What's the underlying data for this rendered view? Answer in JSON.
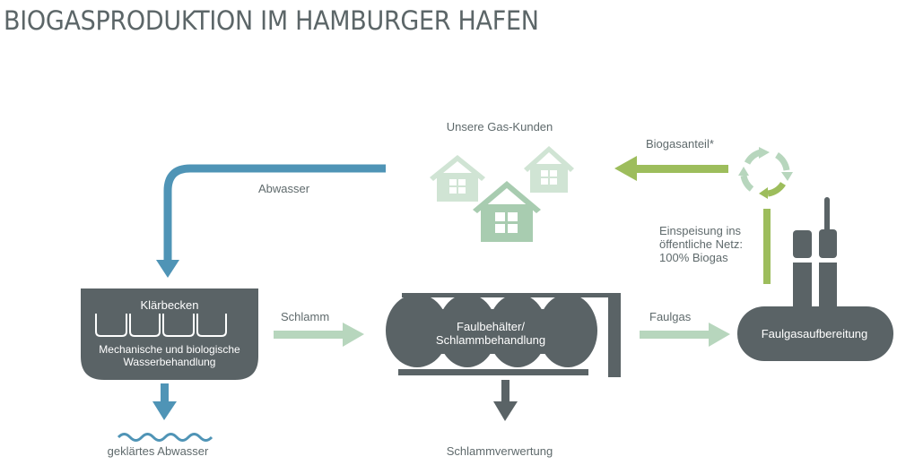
{
  "title": "BIOGASPRODUKTION IM HAMBURGER HAFEN",
  "labels": {
    "customers": "Unsere Gas-Kunden",
    "wastewater": "Abwasser",
    "biogas_share": "Biogasanteil*",
    "feed_in": [
      "Einspeisung ins",
      "öffentliche Netz:",
      "100% Biogas"
    ],
    "sludge": "Schlamm",
    "digester_gas": "Faulgas",
    "treated_wastewater": "geklärtes Abwasser",
    "sludge_utilization": "Schlammverwertung"
  },
  "nodes": {
    "clarifier": {
      "title": "Klärbecken",
      "desc": [
        "Mechanische und biologische",
        "Wasserbehandlung"
      ]
    },
    "digester": {
      "lines": [
        "Faulbehälter/",
        "Schlammbehandlung"
      ]
    },
    "gas_treatment": {
      "title": "Faulgasaufbereitung"
    }
  },
  "colors": {
    "dark": "#5a6366",
    "blue": "#4f94b6",
    "green": "#9dbd5c",
    "light_green": "#b7d6bd",
    "house_light": "#d0e4d4",
    "house_dark": "#a8ccb0",
    "text": "#5f6a6c"
  }
}
